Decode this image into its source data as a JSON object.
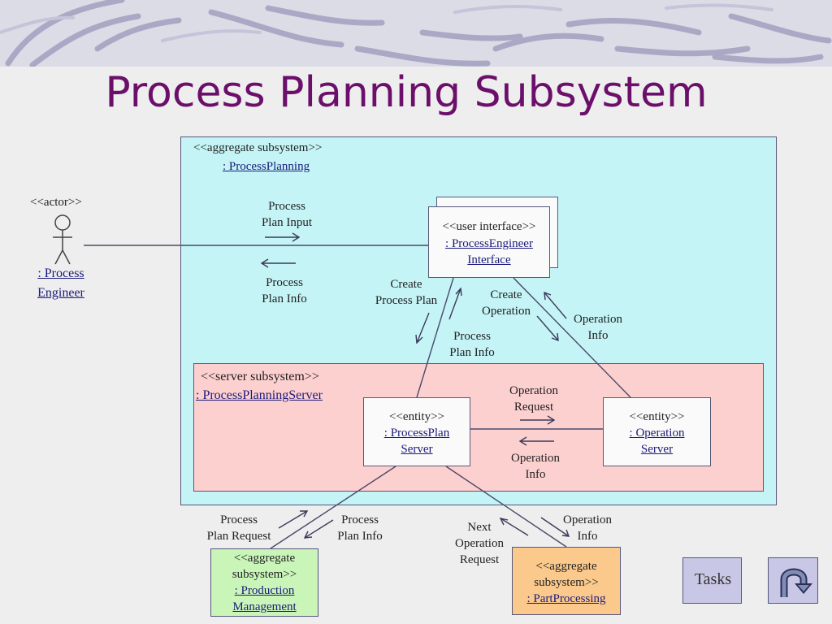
{
  "title": "Process Planning Subsystem",
  "outer_subsystem": {
    "stereotype": "<<aggregate subsystem>>",
    "name": ": ProcessPlanning"
  },
  "actor": {
    "stereotype": "<<actor>>",
    "name_line1": ": Process",
    "name_line2": "Engineer"
  },
  "ui_box": {
    "stereotype": "<<user interface>>",
    "name_line1": ": ProcessEngineer",
    "name_line2": "Interface"
  },
  "server_subsystem": {
    "stereotype": "<<server subsystem>>",
    "name": ": ProcessPlanningServer"
  },
  "pp_server": {
    "stereotype": "<<entity>>",
    "name_line1": ": ProcessPlan",
    "name_line2": "Server"
  },
  "op_server": {
    "stereotype": "<<entity>>",
    "name_line1": ": Operation",
    "name_line2": "Server"
  },
  "production": {
    "line1": "<<aggregate",
    "line2": "subsystem>>",
    "name_line1": ": Production",
    "name_line2": "Management"
  },
  "part": {
    "line1": "<<aggregate",
    "line2": "subsystem>>",
    "name": ": PartProcessing"
  },
  "messages": {
    "pp_input": [
      "Process",
      "Plan Input"
    ],
    "pp_info_actor": [
      "Process",
      "Plan Info"
    ],
    "create_pp": [
      "Create",
      "Process Plan"
    ],
    "pp_info_ui": [
      "Process",
      "Plan Info"
    ],
    "create_op": [
      "Create",
      "Operation"
    ],
    "op_info_ui": [
      "Operation",
      "Info"
    ],
    "op_request": [
      "Operation",
      "Request"
    ],
    "op_info_server": [
      "Operation",
      "Info"
    ],
    "pp_request": [
      "Process",
      "Plan Request"
    ],
    "pp_info_prod": [
      "Process",
      "Plan Info"
    ],
    "next_op": [
      "Next",
      "Operation",
      "Request"
    ],
    "op_info_part": [
      "Operation",
      "Info"
    ]
  },
  "buttons": {
    "tasks": "Tasks",
    "back_icon": "u-turn-back-icon"
  },
  "colors": {
    "title": "#6b0f6b",
    "outer_fill": "#c4f4f6",
    "server_fill": "#fdd0d0",
    "production_fill": "#c9f5b9",
    "part_fill": "#fbc98c",
    "nav_fill": "#c8c8e6"
  }
}
